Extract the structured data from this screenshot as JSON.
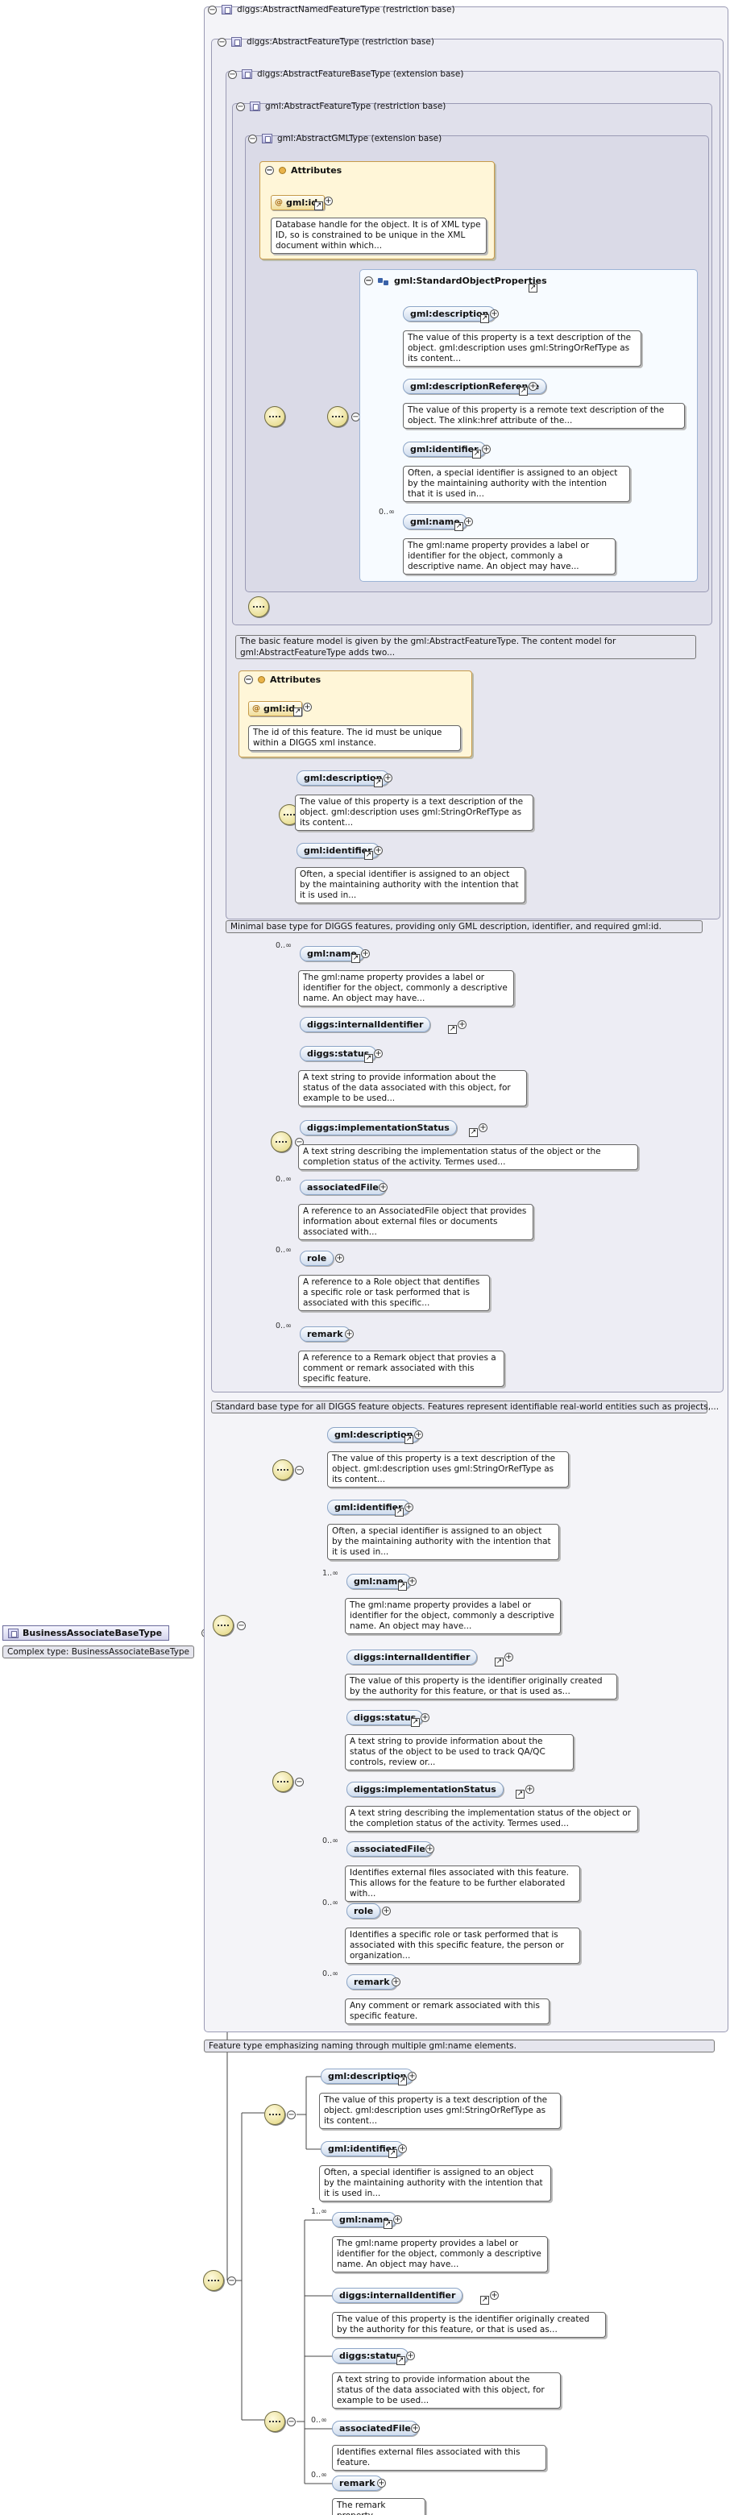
{
  "root": {
    "name": "BusinessAssociateBaseType",
    "label": "Complex type: BusinessAssociateBaseType"
  },
  "types": {
    "named": "diggs:AbstractNamedFeatureType (restriction base)",
    "feature": "diggs:AbstractFeatureType (restriction base)",
    "featureBase": "diggs:AbstractFeatureBaseType (extension base)",
    "gmlFeature": "gml:AbstractFeatureType (restriction base)",
    "gmlGML": "gml:AbstractGMLType (extension base)"
  },
  "labels": {
    "attributes": "Attributes",
    "sop": "gml:StandardObjectProperties"
  },
  "gml": {
    "id": {
      "name": "gml:id",
      "doc": "Database handle for the object. It is of XML type ID, so is constrained to be unique in the XML document within which..."
    },
    "description": {
      "name": "gml:description",
      "doc": "The value of this property is a text description of the object. gml:description uses gml:StringOrRefType as its content..."
    },
    "descRef": {
      "name": "gml:descriptionReference",
      "doc": "The value of this property is a remote text description of the object. The xlink:href attribute of the..."
    },
    "identifier": {
      "name": "gml:identifier",
      "doc": "Often, a special identifier is assigned to an object by the maintaining authority with the intention that it is used in..."
    },
    "name": {
      "name": "gml:name",
      "occ": "0..∞",
      "doc": "The gml:name property provides a label or identifier for the object, commonly a descriptive name. An object may have..."
    }
  },
  "gmlFeatureDoc": "The basic feature model is given by the gml:AbstractFeatureType. The content model for gml:AbstractFeatureType adds two...",
  "fb": {
    "id": {
      "name": "gml:id",
      "doc": "The id of this feature. The id must be unique within a DIGGS xml instance."
    },
    "description": {
      "name": "gml:description",
      "doc": "The value of this property is a text description of the object. gml:description uses gml:StringOrRefType as its content..."
    },
    "identifier": {
      "name": "gml:identifier",
      "doc": "Often, a special identifier is assigned to an object by the maintaining authority with the intention that it is used in..."
    }
  },
  "featureBaseDoc": "Minimal base type for DIGGS features, providing only GML description, identifier, and required gml:id.",
  "af": {
    "name": {
      "name": "gml:name",
      "occ": "0..∞",
      "doc": "The gml:name property provides a label or identifier for the object, commonly a descriptive name. An object may have..."
    },
    "internal": {
      "name": "diggs:internalIdentifier"
    },
    "status": {
      "name": "diggs:status",
      "doc": "A text string to provide information about the status of the data associated with this object, for example to be used..."
    },
    "impl": {
      "name": "diggs:implementationStatus",
      "doc": "A text string describing the implementation status of the object or the completion status of the activity. Termes used..."
    },
    "file": {
      "name": "associatedFile",
      "occ": "0..∞",
      "doc": "A reference to an AssociatedFile object that provides information about external files or documents associated with..."
    },
    "role": {
      "name": "role",
      "occ": "0..∞",
      "doc": "A reference to a Role object that dentifies a specific role or task performed that is associated with this specific..."
    },
    "remark": {
      "name": "remark",
      "occ": "0..∞",
      "doc": "A reference to a Remark object that provies a comment or remark associated with this specific feature."
    }
  },
  "featureDoc": "Standard base type for all DIGGS feature objects. Features represent identifiable real-world entities such as projects,...",
  "nf": {
    "description": {
      "name": "gml:description",
      "doc": "The value of this property is a text description of the object. gml:description uses gml:StringOrRefType as its content..."
    },
    "identifier": {
      "name": "gml:identifier",
      "doc": "Often, a special identifier is assigned to an object by the maintaining authority with the intention that it is used in..."
    },
    "name": {
      "name": "gml:name",
      "occ": "1..∞",
      "doc": "The gml:name property provides a label or identifier for the object, commonly a descriptive name. An object may have..."
    },
    "internal": {
      "name": "diggs:internalIdentifier",
      "doc": "The value of this property is the identifier originally created by the authority for this feature, or that is used as..."
    },
    "status": {
      "name": "diggs:status",
      "doc": "A text string to provide information about the status of the object to be used to track QA/QC controls, review or..."
    },
    "impl": {
      "name": "diggs:implementationStatus",
      "doc": "A text string describing the implementation status of the object or the completion status of the activity. Termes used..."
    },
    "file": {
      "name": "associatedFile",
      "occ": "0..∞",
      "doc": "Identifies external files associated with this feature. This allows for the feature to be further elaborated with..."
    },
    "role": {
      "name": "role",
      "occ": "0..∞",
      "doc": "Identifies a specific role or task performed that is associated with this specific feature, the person or organization..."
    },
    "remark": {
      "name": "remark",
      "occ": "0..∞",
      "doc": "Any comment or remark associated with this specific feature."
    }
  },
  "namedDoc": "Feature type emphasizing naming through multiple gml:name elements.",
  "bb": {
    "description": {
      "name": "gml:description",
      "doc": "The value of this property is a text description of the object. gml:description uses gml:StringOrRefType as its content..."
    },
    "identifier": {
      "name": "gml:identifier",
      "doc": "Often, a special identifier is assigned to an object by the maintaining authority with the intention that it is used in..."
    },
    "name": {
      "name": "gml:name",
      "occ": "1..∞",
      "doc": "The gml:name property provides a label or identifier for the object, commonly a descriptive name. An object may have..."
    },
    "internal": {
      "name": "diggs:internalIdentifier",
      "doc": "The value of this property is the identifier originally created by the authority for this feature, or that is used as..."
    },
    "status": {
      "name": "diggs:status",
      "doc": "A text string to provide information about the status of the data associated with this object, for example to be used..."
    },
    "file": {
      "name": "associatedFile",
      "occ": "0..∞",
      "doc": "Identifies external files associated with this feature."
    },
    "remark": {
      "name": "remark",
      "occ": "0..∞",
      "doc": "The remark property."
    }
  }
}
